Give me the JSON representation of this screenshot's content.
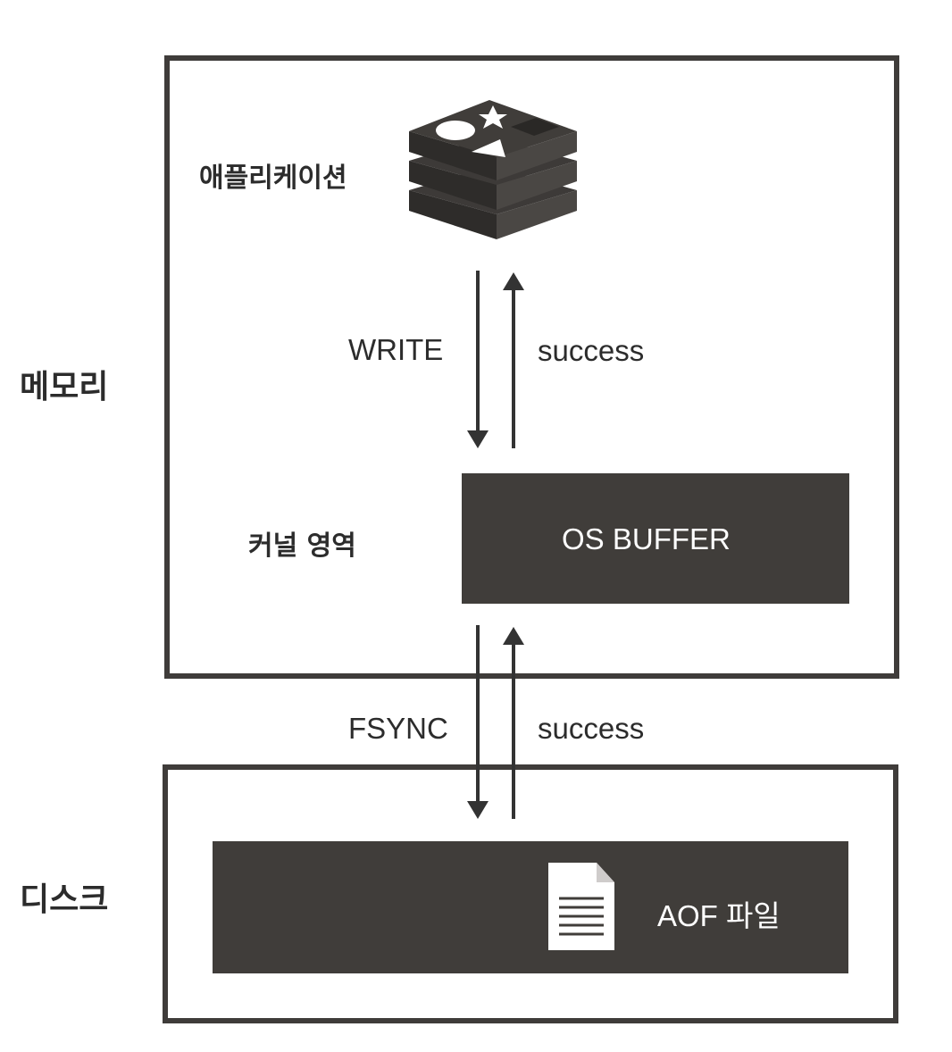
{
  "side_labels": {
    "memory": "메모리",
    "disk": "디스크"
  },
  "memory_area": {
    "app_label": "애플리케이션",
    "app_icon": "redis-stack-icon",
    "kernel_label": "커널 영역",
    "write_label": "WRITE",
    "write_success_label": "success",
    "os_buffer_label": "OS BUFFER"
  },
  "transfer": {
    "fsync_label": "FSYNC",
    "fsync_success_label": "success"
  },
  "disk_area": {
    "file_icon": "document-icon",
    "aof_label": "AOF 파일"
  },
  "colors": {
    "frame": "#3f3c3a",
    "block": "#403d3a",
    "text": "#2c2c2c",
    "block_text": "#ffffff"
  }
}
